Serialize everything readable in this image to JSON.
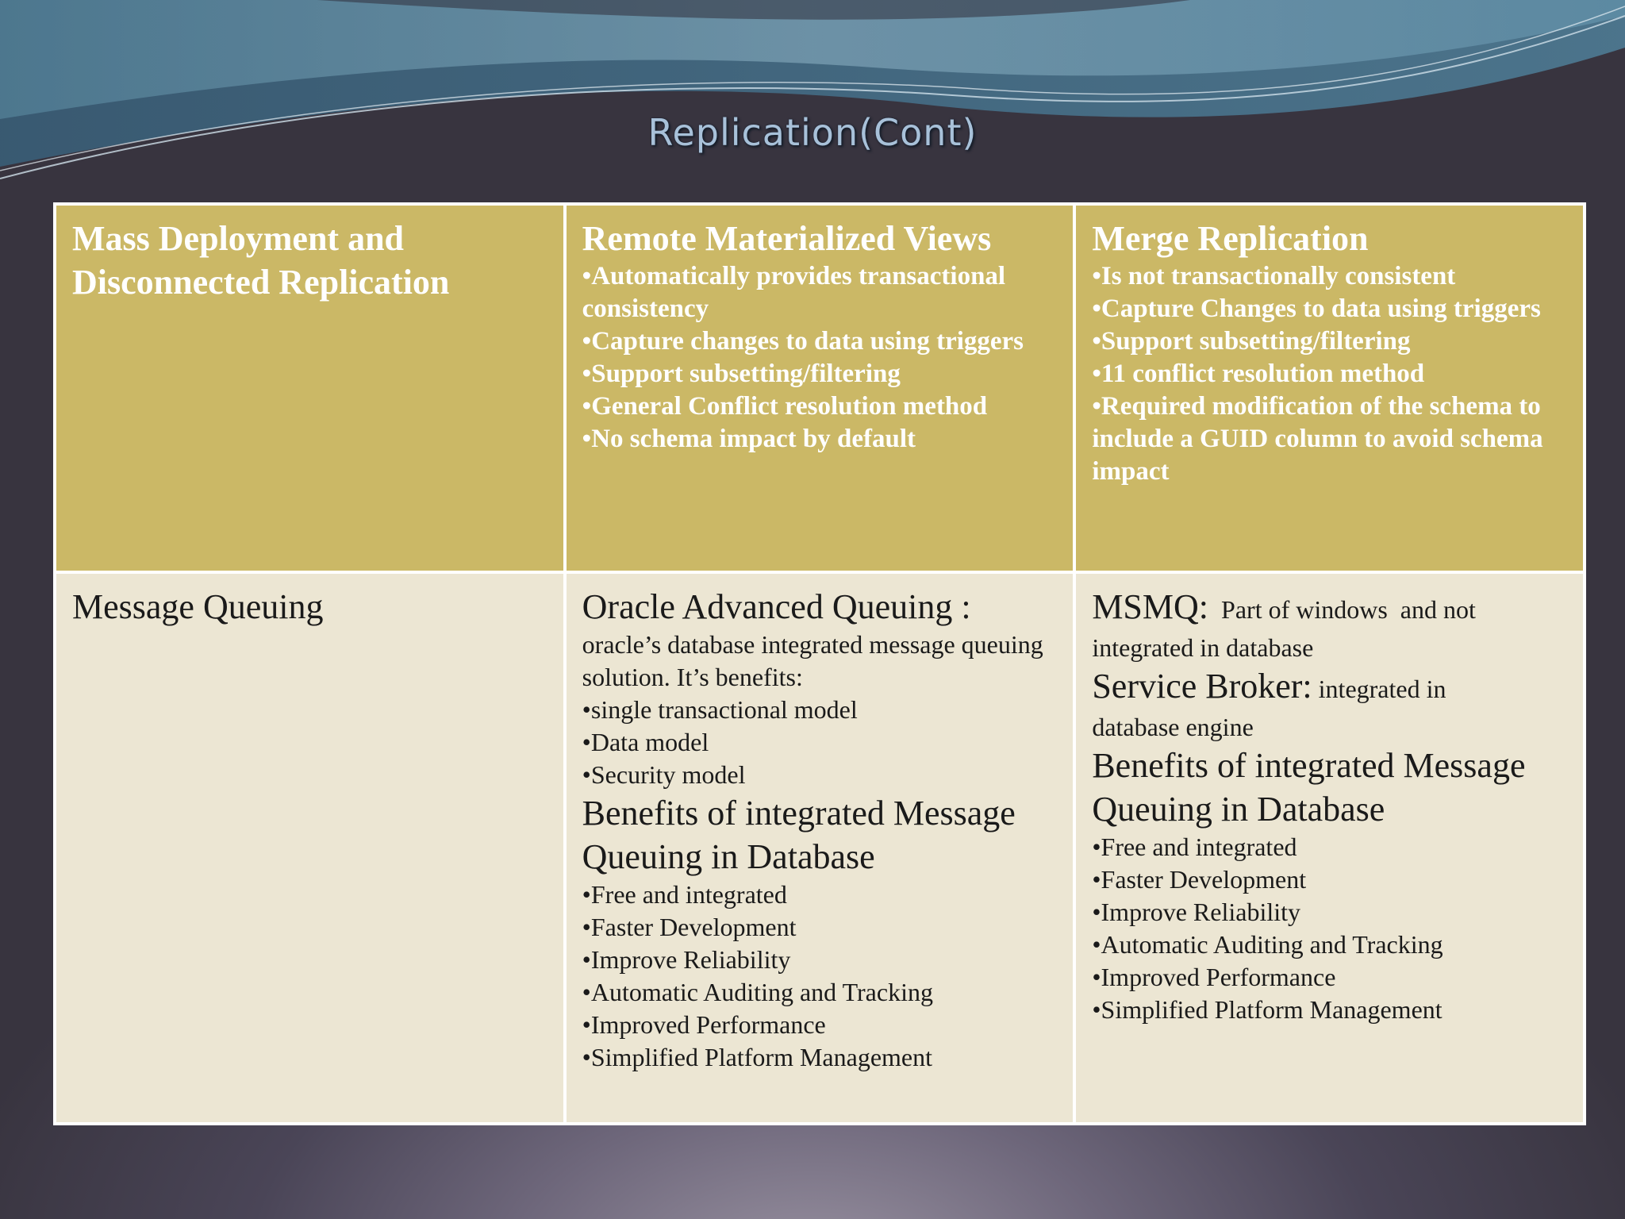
{
  "title": "Replication(Cont)",
  "table": {
    "header_row": {
      "col1": {
        "title_line1": "Mass Deployment and",
        "title_line2": "Disconnected Replication"
      },
      "col2": {
        "title": "Remote Materialized Views",
        "items": [
          "•Automatically provides transactional consistency",
          "•Capture changes to data using triggers",
          "•Support  subsetting/filtering",
          "•General Conflict resolution method",
          "•No schema impact by default"
        ]
      },
      "col3": {
        "title": "Merge Replication",
        "items": [
          "•Is not transactionally consistent",
          "•Capture Changes to data using triggers",
          "•Support  subsetting/filtering",
          "•11 conflict resolution method",
          "•Required modification of the schema to include a GUID column to avoid schema impact"
        ]
      }
    },
    "body_row": {
      "col1": {
        "title": "Message Queuing"
      },
      "col2": {
        "heading": "Oracle Advanced Queuing :",
        "description": "oracle’s database integrated message queuing solution. It’s benefits:",
        "benefits": [
          "•single transactional model",
          "•Data model",
          "•Security model"
        ],
        "subheading": "Benefits of integrated Message Queuing in Database",
        "items": [
          "•Free and integrated",
          "•Faster Development",
          "•Improve Reliability",
          "•Automatic Auditing and Tracking",
          "•Improved Performance",
          "•Simplified Platform Management"
        ]
      },
      "col3": {
        "msmq_label": "MSMQ:",
        "msmq_text_a": "  Part of windows  and not",
        "msmq_text_b": "integrated in database",
        "sb_label": "Service Broker:",
        "sb_text_a": " integrated in",
        "sb_text_b": "database engine",
        "subheading": "Benefits of integrated Message Queuing in Database",
        "items": [
          "•Free and integrated",
          "•Faster Development",
          "•Improve Reliability",
          "•Automatic Auditing and Tracking",
          "•Improved Performance",
          "•Simplified Platform Management"
        ]
      }
    }
  },
  "colors": {
    "header_fill": "#cbb866",
    "body_fill": "#ece6d3",
    "title_color": "#a8c1d9"
  }
}
